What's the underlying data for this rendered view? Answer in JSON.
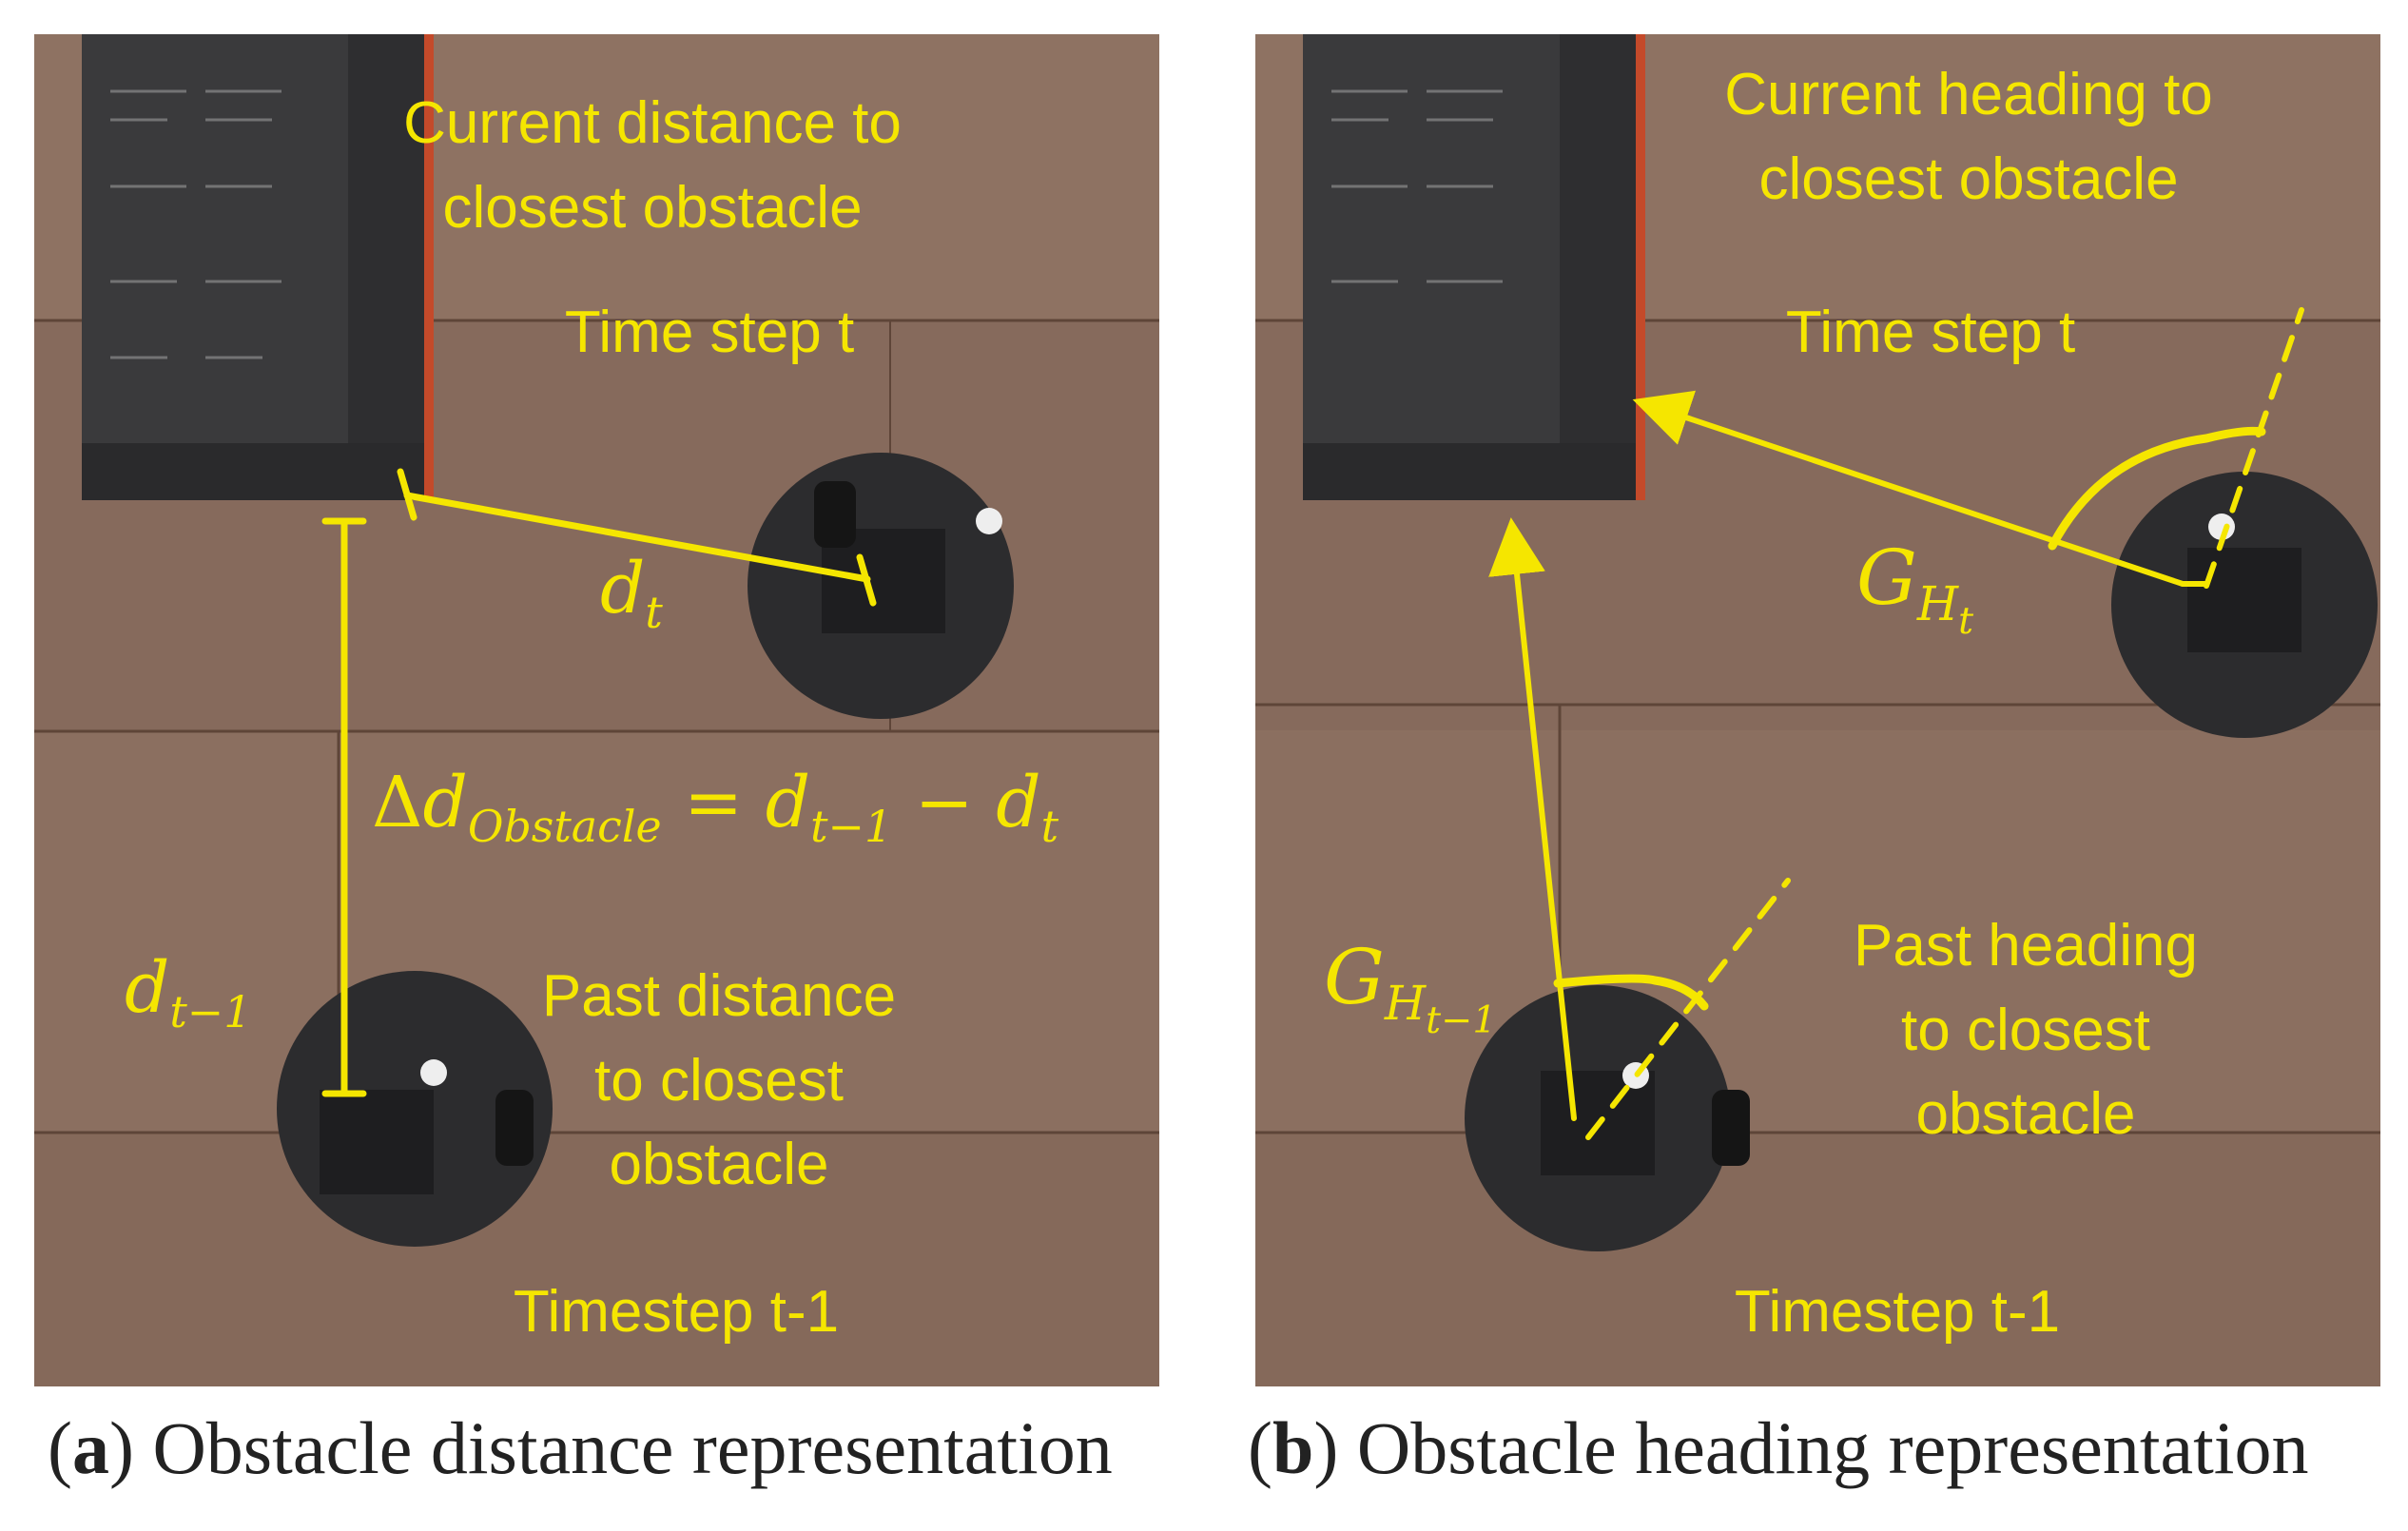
{
  "colors": {
    "annotation": "#f5e600",
    "floor": "#8a6f5f",
    "caption_text": "#222222"
  },
  "panel_a": {
    "label_current": "Current distance to\nclosest obstacle",
    "label_time_t": "Time step t",
    "label_past": "Past distance\nto closest\nobstacle",
    "label_timestep_t1": "Timestep t-1",
    "math_dt": {
      "base": "d",
      "sub": "t"
    },
    "math_dt1": {
      "base": "d",
      "sub": "t−1"
    },
    "math_delta": {
      "delta": "Δ",
      "base": "d",
      "sub": "Obstacle",
      "eq": " = ",
      "rhs1": "d",
      "rhs1_sub": "t−1",
      "minus": " − ",
      "rhs2": "d",
      "rhs2_sub": "t"
    },
    "caption_letter": "a",
    "caption_text": " Obstacle distance representation"
  },
  "panel_b": {
    "label_current": "Current heading to\nclosest obstacle",
    "label_time_t": "Time step t",
    "label_past": "Past heading\nto closest\nobstacle",
    "label_timestep_t1": "Timestep t-1",
    "math_gh": {
      "base": "G",
      "sub": "H",
      "subsub": "t"
    },
    "math_gh1": {
      "base": "G",
      "sub": "H",
      "subsub": "t−1"
    },
    "caption_letter": "b",
    "caption_text": " Obstacle heading representation"
  }
}
